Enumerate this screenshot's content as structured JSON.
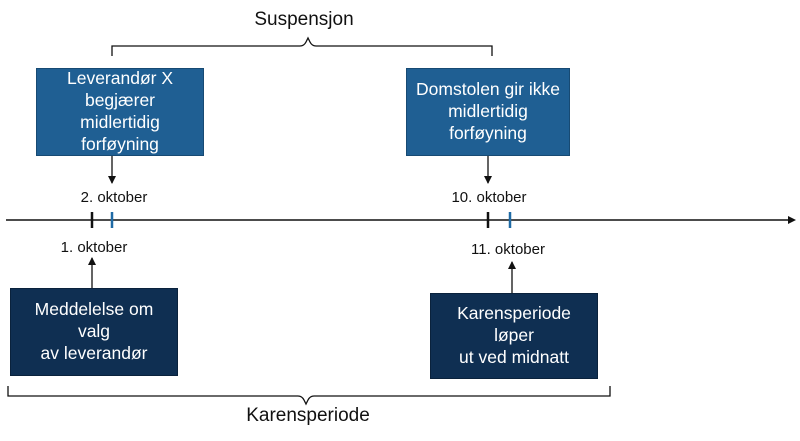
{
  "top_bracket_label": "Suspensjon",
  "bottom_bracket_label": "Karensperiode",
  "boxes_top": [
    {
      "text": "Leverandør X\nbegjærer midlertidig\nforføyning"
    },
    {
      "text": "Domstolen gir ikke\nmidlertidig\nforføyning"
    }
  ],
  "boxes_bottom": [
    {
      "text": "Meddelelse om valg\nav leverandør"
    },
    {
      "text": "Karensperiode løper\nut ved midnatt"
    }
  ],
  "dates_above": [
    "2. oktober",
    "10. oktober"
  ],
  "dates_below": [
    "1. oktober",
    "11. oktober"
  ],
  "colors": {
    "box_top": "#1f5f93",
    "box_bottom": "#0f2f52",
    "tick_accent": "#1f6aa5",
    "line": "#111111"
  }
}
